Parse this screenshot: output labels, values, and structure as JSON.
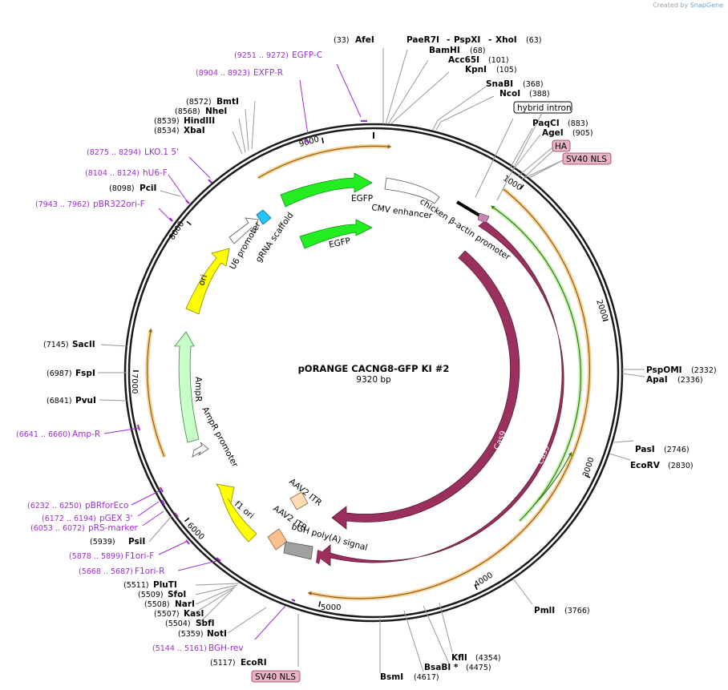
{
  "credit": {
    "prefix": "Created by",
    "brand": "SnapGene"
  },
  "plasmid": {
    "name": "pORANGE CACNG8-GFP KI #2",
    "length": "9320 bp"
  },
  "ticks": [
    "1000",
    "2000",
    "3000",
    "4000",
    "5000",
    "6000",
    "7000",
    "8000",
    "9000"
  ],
  "enzymes": [
    {
      "name": "AfeI",
      "pos": "(33)"
    },
    {
      "name": "PaeR7I",
      "pos": ""
    },
    {
      "name": "PspXI",
      "pos": ""
    },
    {
      "name": "XhoI",
      "pos": "(63)"
    },
    {
      "name": "BamHI",
      "pos": "(68)"
    },
    {
      "name": "Acc65I",
      "pos": "(101)"
    },
    {
      "name": "KpnI",
      "pos": "(105)"
    },
    {
      "name": "SnaBI",
      "pos": "(368)"
    },
    {
      "name": "NcoI",
      "pos": "(388)"
    },
    {
      "name": "PaqCI",
      "pos": "(883)"
    },
    {
      "name": "AgeI",
      "pos": "(905)"
    },
    {
      "name": "PspOMI",
      "pos": "(2332)"
    },
    {
      "name": "ApaI",
      "pos": "(2336)"
    },
    {
      "name": "PasI",
      "pos": "(2746)"
    },
    {
      "name": "EcoRV",
      "pos": "(2830)"
    },
    {
      "name": "PmlI",
      "pos": "(3766)"
    },
    {
      "name": "KflI",
      "pos": "(4354)"
    },
    {
      "name": "BsaBI *",
      "pos": "(4475)"
    },
    {
      "name": "BsmI",
      "pos": "(4617)"
    },
    {
      "name": "EcoRI",
      "pos": "(5117)"
    },
    {
      "name": "NotI",
      "pos": "(5359)"
    },
    {
      "name": "SbfI",
      "pos": "(5504)"
    },
    {
      "name": "KasI",
      "pos": "(5507)"
    },
    {
      "name": "NarI",
      "pos": "(5508)"
    },
    {
      "name": "SfoI",
      "pos": "(5509)"
    },
    {
      "name": "PluTI",
      "pos": "(5511)"
    },
    {
      "name": "PsiI",
      "pos": "(5939)"
    },
    {
      "name": "PvuI",
      "pos": "(6841)"
    },
    {
      "name": "FspI",
      "pos": "(6987)"
    },
    {
      "name": "SacII",
      "pos": "(7145)"
    },
    {
      "name": "PciI",
      "pos": "(8098)"
    },
    {
      "name": "XbaI",
      "pos": "(8534)"
    },
    {
      "name": "HindIII",
      "pos": "(8539)"
    },
    {
      "name": "NheI",
      "pos": "(8568)"
    },
    {
      "name": "BmtI",
      "pos": "(8572)"
    }
  ],
  "primers": [
    {
      "name": "EGFP-C",
      "pos": "(9251 .. 9272)"
    },
    {
      "name": "EXFP-R",
      "pos": "(8904 .. 8923)"
    },
    {
      "name": "LKO.1 5'",
      "pos": "(8275 .. 8294)"
    },
    {
      "name": "hU6-F",
      "pos": "(8104 .. 8124)"
    },
    {
      "name": "pBR322ori-F",
      "pos": "(7943 .. 7962)"
    },
    {
      "name": "Amp-R",
      "pos": "(6641 .. 6660)"
    },
    {
      "name": "pBRforEco",
      "pos": "(6232 .. 6250)"
    },
    {
      "name": "pGEX 3'",
      "pos": "(6172 .. 6194)"
    },
    {
      "name": "pRS-marker",
      "pos": "(6053 .. 6072)"
    },
    {
      "name": "F1ori-F",
      "pos": "(5878 .. 5899)"
    },
    {
      "name": "F1ori-R",
      "pos": "(5668 .. 5687)"
    },
    {
      "name": "BGH-rev",
      "pos": "(5144 .. 5161)"
    }
  ],
  "boxed_features": {
    "hybrid_intron": "hybrid intron",
    "ha": "HA",
    "sv40_nls_top": "SV40 NLS",
    "sv40_nls_bottom": "SV40 NLS"
  },
  "features": {
    "egfp_outer": "EGFP",
    "egfp_inner": "EGFP",
    "cmv_enhancer": "CMV enhancer",
    "chicken_actin_promoter": "chicken β-actin promoter",
    "u6_promoter": "U6 promoter",
    "grna_scaffold": "gRNA scaffold",
    "ori": "ori",
    "ampr": "AmpR",
    "ampr_promoter": "AmpR promoter",
    "f1_ori": "f1 ori",
    "aav2_itr_1": "AAV2 ITR",
    "aav2_itr_2": "AAV2 ITR",
    "bgh_polya": "bGH poly(A) signal",
    "cas9_inner": "Cas9",
    "cas9_outer": "Cas9"
  },
  "colors": {
    "backbone": "#1a1a1a",
    "cas9": "#9b2f5e",
    "egfp": "#22ee22",
    "ori": "#ffff00",
    "ampr": "#c8ffc8",
    "u6": "#ffffff",
    "grna": "#22c4ff",
    "itr": "#ffdcb4",
    "bgh": "#a0a0a0",
    "primer": "#9b2fd0",
    "orf_orange": "#e8a63a",
    "orf_green": "#3a9a1a"
  }
}
